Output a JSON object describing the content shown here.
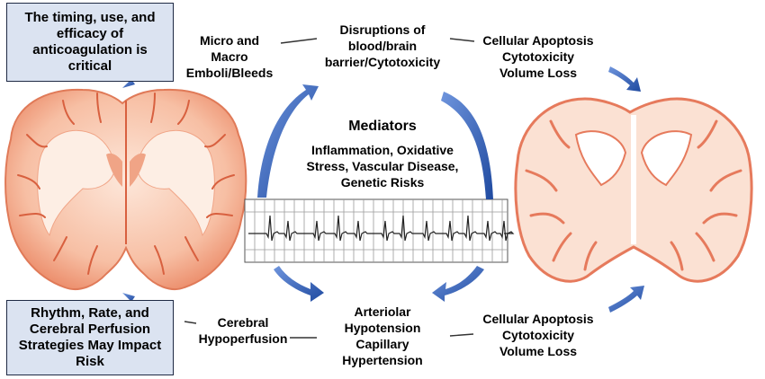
{
  "top_left_box": {
    "lines": [
      "The timing, use, and",
      "efficacy of",
      "anticoagulation is",
      "critical"
    ]
  },
  "bottom_left_box": {
    "lines": [
      "Rhythm, Rate, and",
      "Cerebral Perfusion",
      "Strategies May Impact",
      "Risk"
    ]
  },
  "labels": {
    "micro_macro": [
      "Micro and",
      "Macro",
      "Emboli/Bleeds"
    ],
    "disruptions": [
      "Disruptions of",
      "blood/brain",
      "barrier/Cytotoxicity"
    ],
    "apoptosis_top": [
      "Cellular Apoptosis",
      "Cytotoxicity",
      "Volume Loss"
    ],
    "mediators_title": "Mediators",
    "mediators": [
      "Inflammation, Oxidative",
      "Stress, Vascular Disease,",
      "Genetic Risks"
    ],
    "hypoperfusion": [
      "Cerebral",
      "Hypoperfusion"
    ],
    "arteriolar": [
      "Arteriolar",
      "Hypotension",
      "Capillary",
      "Hypertension"
    ],
    "apoptosis_bottom": [
      "Cellular Apoptosis",
      "Cytotoxicity",
      "Volume Loss"
    ]
  },
  "colors": {
    "arrow_blue": "#2e5cb8",
    "box_fill": "#dbe3f1",
    "brain_outer": "#f6b79a",
    "brain_inner": "#fde9dc",
    "brain_sulci": "#d8603f",
    "ecg_line": "#222222",
    "ecg_grid": "#9a9a9a"
  },
  "icons": [
    "healthy-brain-icon",
    "atrophied-brain-icon",
    "ecg-strip-icon",
    "curved-arrow-icon"
  ]
}
